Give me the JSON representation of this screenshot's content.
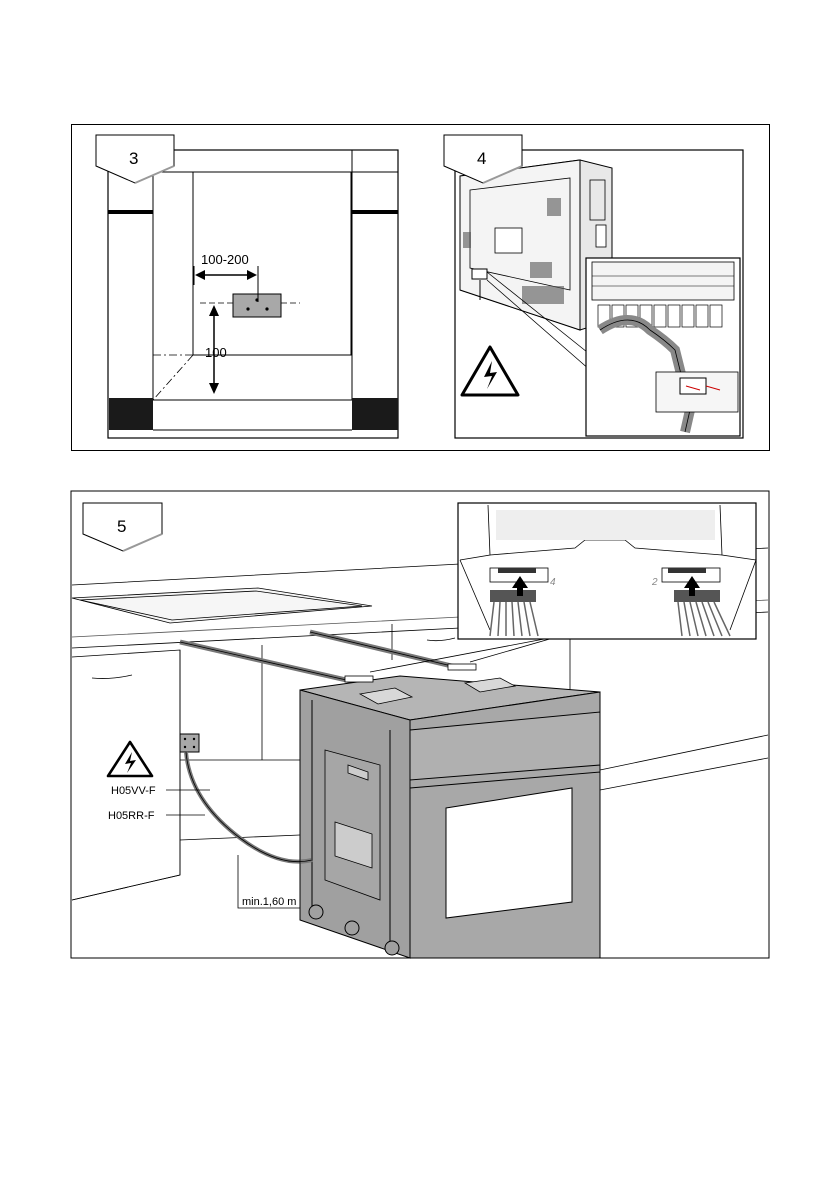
{
  "figure3": {
    "step": "3",
    "dim_horizontal": "100-200",
    "dim_vertical": "100"
  },
  "figure4": {
    "step": "4"
  },
  "figure5": {
    "step": "5",
    "cable_type_1": "H05VV-F",
    "cable_type_2": "H05RR-F",
    "min_length": "min.1,60 m",
    "connector_mark_left": "4",
    "connector_mark_right": "2"
  },
  "icons": [
    "electrical-hazard-warning-icon",
    "arrow-up-icon"
  ],
  "colors": {
    "appliance_gray": "#a8a8a8",
    "line": "#000000",
    "panel_bg": "#ffffff",
    "floor_block": "#1a1a1a"
  }
}
